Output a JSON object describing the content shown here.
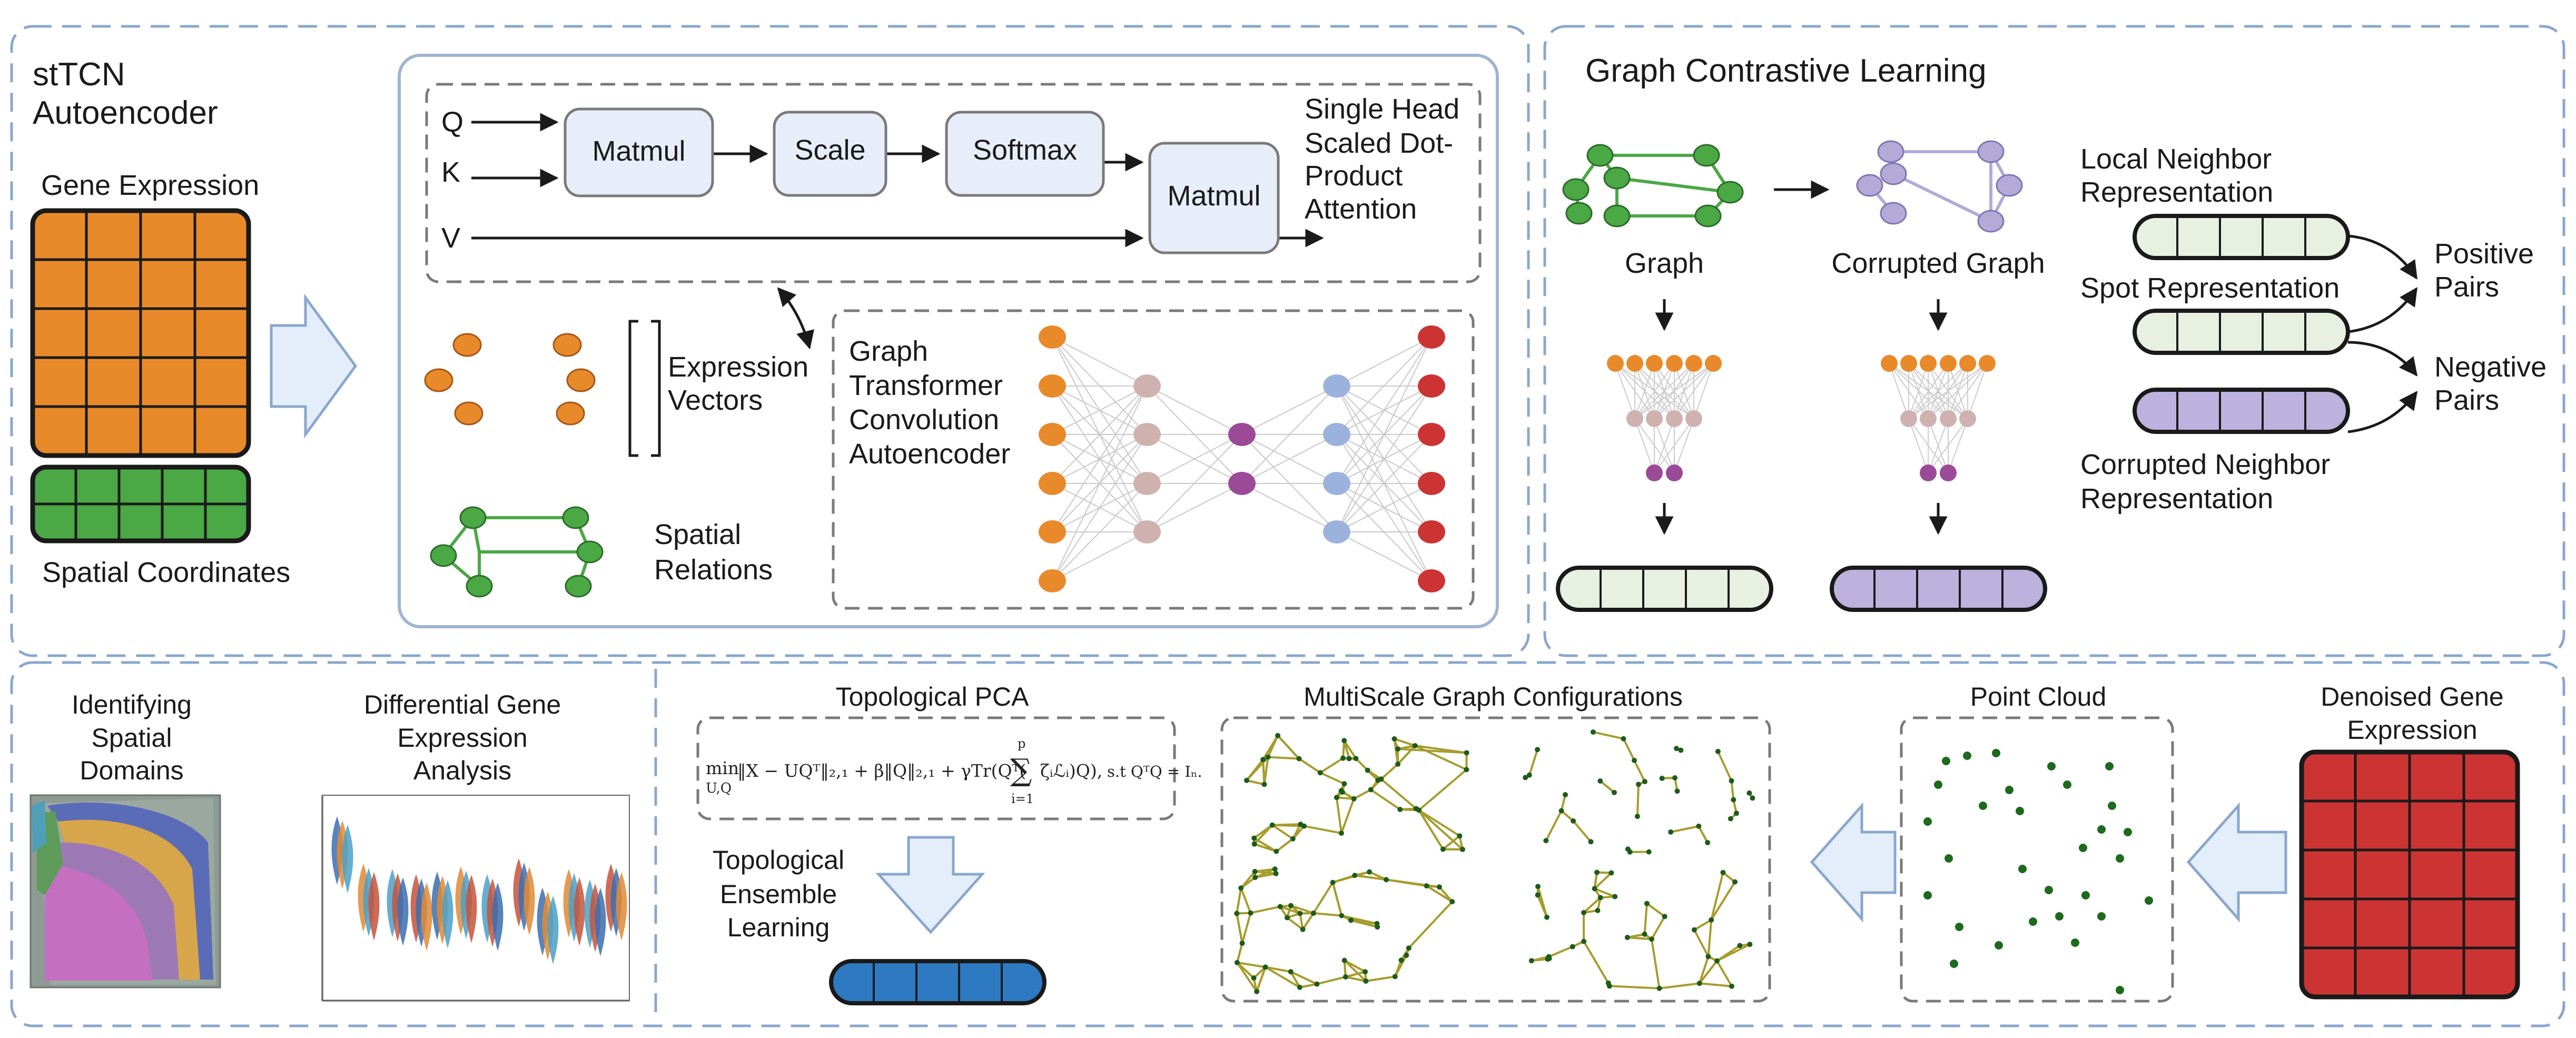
{
  "colors": {
    "panel_dash": "#8aa7cc",
    "solid_box": "#9fb5d1",
    "gray_dash": "#7a7a7a",
    "orange": "#e88a2a",
    "green": "#4aa845",
    "red": "#cc3434",
    "purple": "#b3aad8",
    "light_green_fill": "#e7f0e1",
    "light_purple_fill": "#bcb2dd",
    "mauve": "#cfb2b0",
    "magenta": "#9b4a98",
    "blue_node": "#9bb3dc",
    "blue_bar": "#2d7ac2",
    "arrow_fill": "#e4eefa",
    "arrow_stroke": "#8aa7cc",
    "attn_box": "#e8eef9"
  },
  "icons": {
    "input_arrow": "hollow-right-arrow-icon",
    "down_arrow": "hollow-down-arrow-icon",
    "left_arrows": "hollow-left-arrow-icon"
  },
  "autoencoder": {
    "title_line1": "stTCN",
    "title_line2": "Autoencoder",
    "gene_expression": "Gene Expression",
    "spatial_coordinates": "Spatial Coordinates"
  },
  "attention": {
    "q": "Q",
    "k": "K",
    "v": "V",
    "matmul1": "Matmul",
    "scale": "Scale",
    "softmax": "Softmax",
    "matmul2": "Matmul",
    "label_lines": [
      "Single Head",
      "Scaled Dot-",
      "Product",
      "Attention"
    ]
  },
  "expression_vectors": [
    "Expression",
    "Vectors"
  ],
  "spatial_relations": [
    "Spatial",
    "Relations"
  ],
  "gtca_lines": [
    "Graph",
    "Transformer",
    "Convolution",
    "Autoencoder"
  ],
  "contrastive": {
    "title": "Graph Contrastive Learning",
    "graph": "Graph",
    "corrupted_graph": "Corrupted Graph",
    "local_neighbor_lines": [
      "Local Neighbor",
      "Representation"
    ],
    "spot_representation": "Spot Representation",
    "corrupted_neighbor_lines": [
      "Corrupted Neighbor",
      "Representation"
    ],
    "positive_lines": [
      "Positive",
      "Pairs"
    ],
    "negative_lines": [
      "Negative",
      "Pairs"
    ]
  },
  "bottom": {
    "identifying_lines": [
      "Identifying",
      "Spatial",
      "Domains"
    ],
    "differential_lines": [
      "Differential Gene",
      "Expression",
      "Analysis"
    ],
    "topological_pca": "Topological PCA",
    "tel_lines": [
      "Topological",
      "Ensemble",
      "Learning"
    ],
    "multiscale": "MultiScale Graph Configurations",
    "point_cloud": "Point Cloud",
    "denoised_lines": [
      "Denoised Gene",
      "Expression"
    ]
  },
  "formula": {
    "min_label": "min",
    "min_sub": "U,Q",
    "main": "‖X − UQᵀ‖₂,₁ + β‖Q‖₂,₁ + γTr(Qᵀ(",
    "sum": "∑",
    "sum_top": "p",
    "sum_bottom": "i=1",
    "tail": "ζᵢℒᵢ)Q),",
    "constraint": "s.t QᵀQ = Iₙ."
  }
}
